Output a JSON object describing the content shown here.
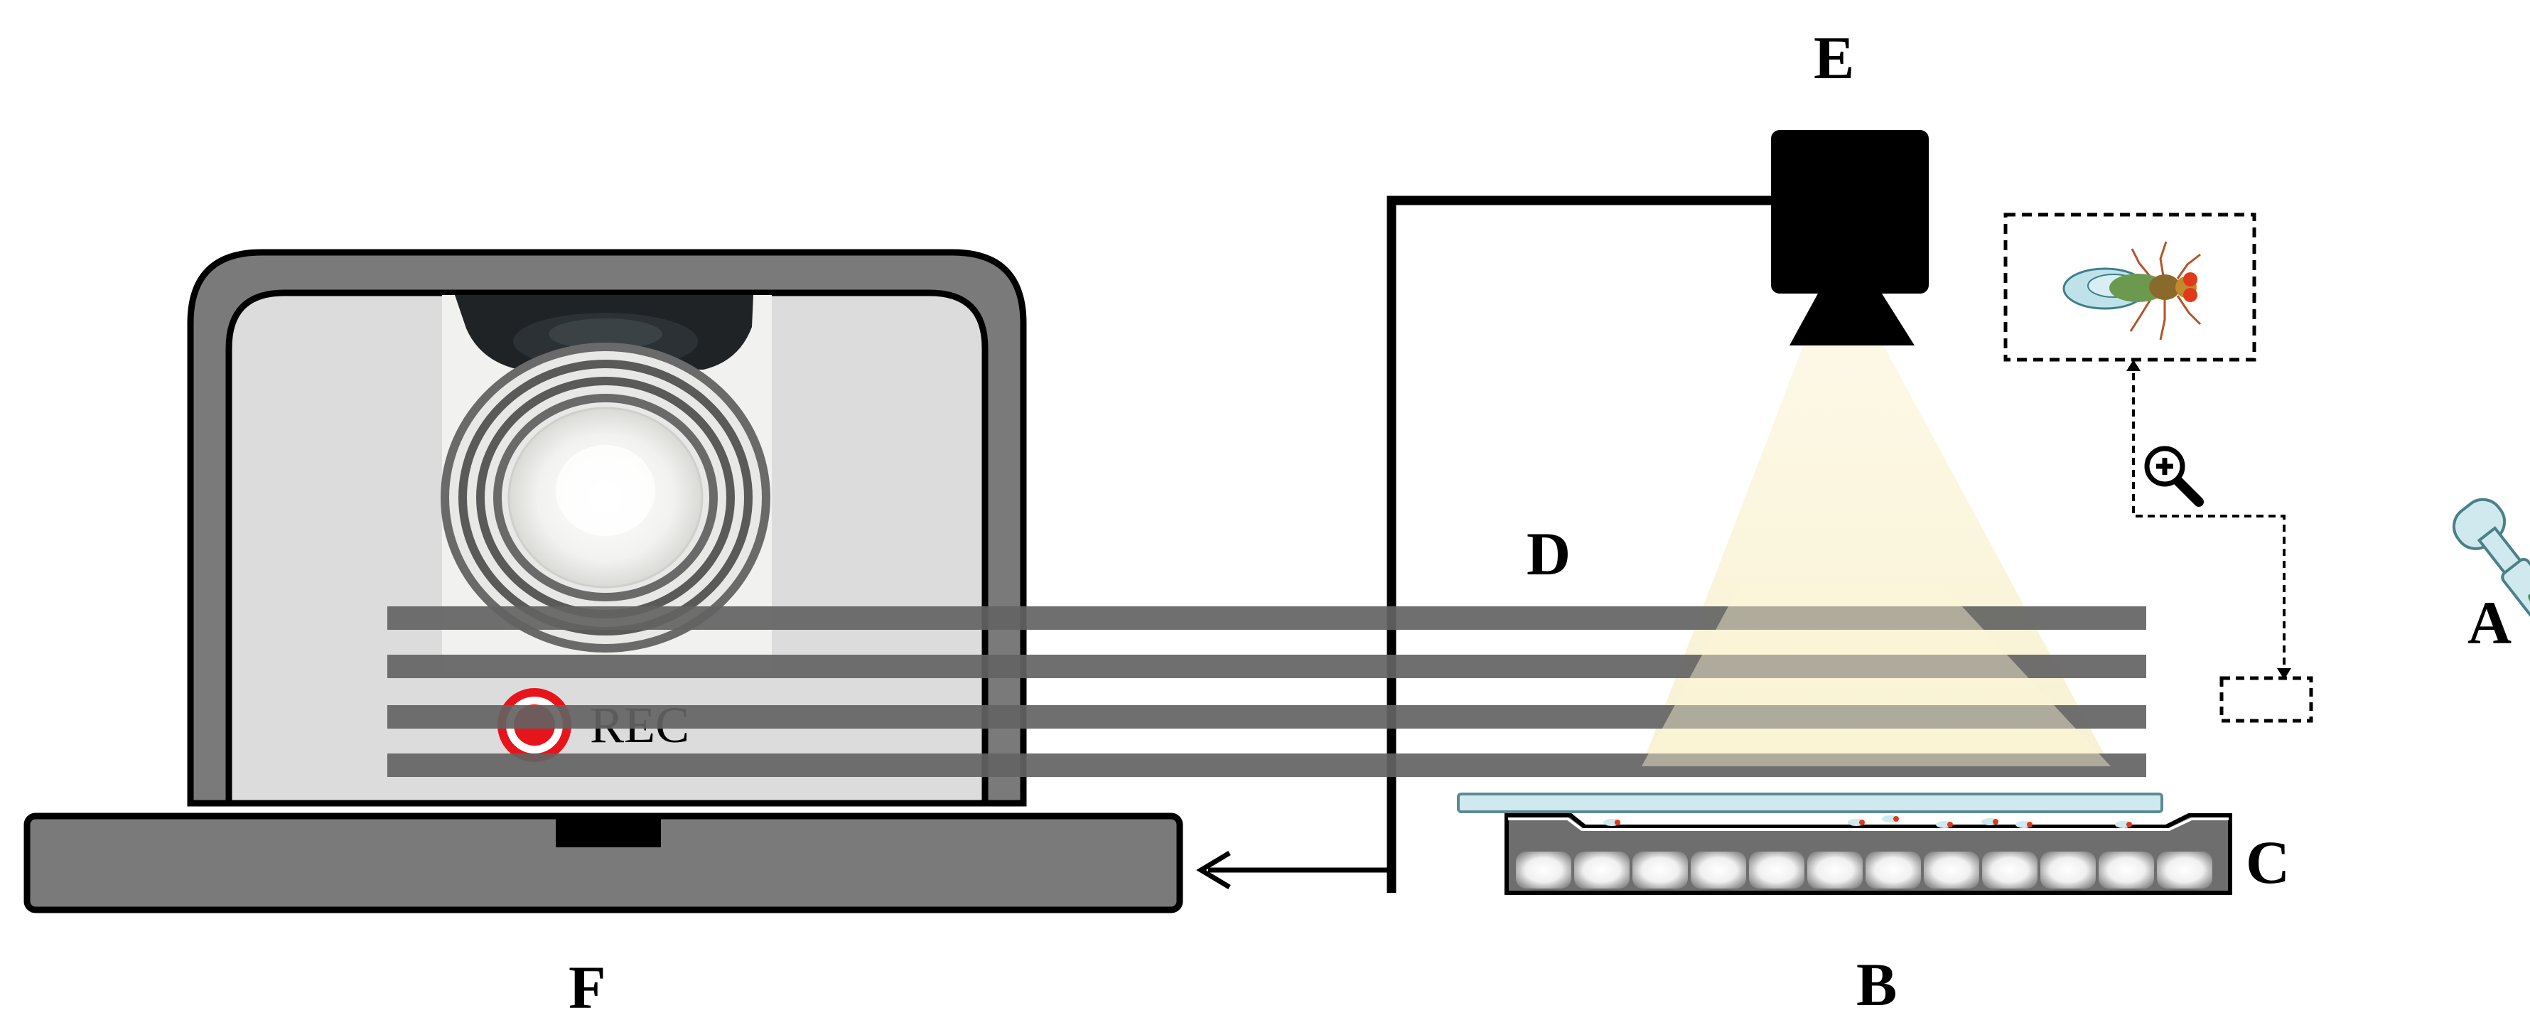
{
  "diagram": {
    "labels": {
      "a": "A",
      "b": "B",
      "c": "C",
      "d": "D",
      "e": "E",
      "f": "F"
    },
    "recording_text": "REC",
    "icons": {
      "record": "record-icon",
      "magnifier": "zoom-in-icon",
      "fly": "fruit-fly-icon",
      "camera": "camera-icon"
    },
    "colors": {
      "laptop_gray": "#7a7a7a",
      "screen_gray": "#dcdcdc",
      "stripe_gray": "#636363",
      "record_red": "#e8141b",
      "light_cone": "#fbf6dc",
      "glass_blue": "#cfe9ee",
      "fly_red": "#e13a1a"
    }
  }
}
